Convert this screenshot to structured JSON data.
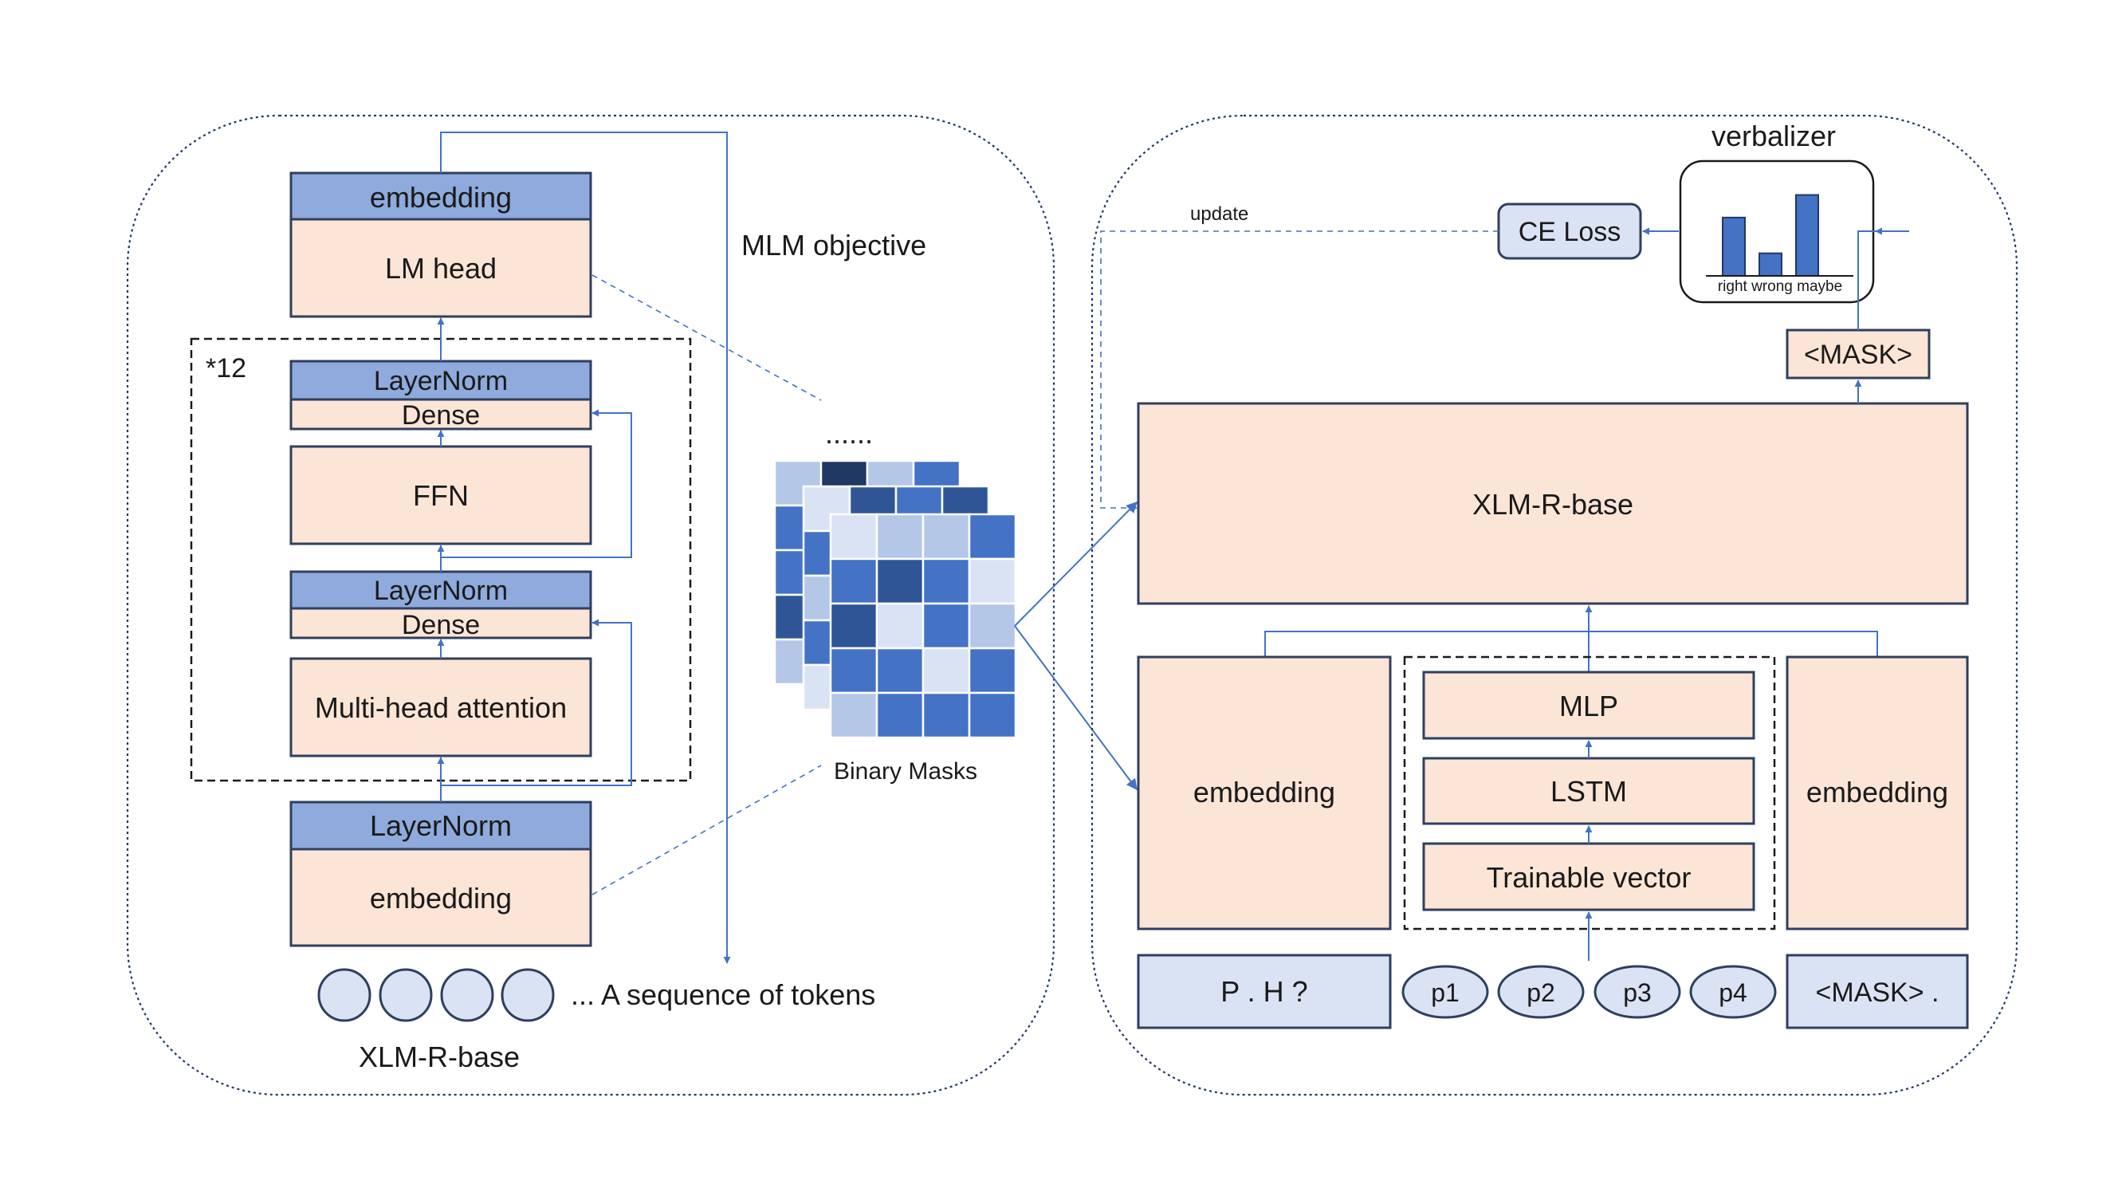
{
  "left_panel": {
    "caption": "XLM-R-base",
    "mlm_objective": "MLM objective",
    "lm_head_embedding": "embedding",
    "lm_head": "LM head",
    "repeat_label": "*12",
    "layernorm_top": "LayerNorm",
    "dense_top": "Dense",
    "ffn": "FFN",
    "layernorm_mid": "LayerNorm",
    "dense_mid": "Dense",
    "attention": "Multi-head attention",
    "layernorm_bottom": "LayerNorm",
    "input_embedding": "embedding",
    "token_sequence": "... A sequence of tokens"
  },
  "middle": {
    "ellipsis": "......",
    "binary_masks": "Binary Masks"
  },
  "right_panel": {
    "verbalizer": "verbalizer",
    "verbalizer_words": "right wrong maybe",
    "verbalizer_bars": [
      0.62,
      0.24,
      0.86
    ],
    "ce_loss": "CE Loss",
    "update": "update",
    "mask_output": "<MASK>",
    "xlmr": "XLM-R-base",
    "embedding_left": "embedding",
    "mlp": "MLP",
    "lstm": "LSTM",
    "trainable_vector": "Trainable vector",
    "embedding_right": "embedding",
    "input_premise": "P . H ?",
    "prompt_tokens": [
      "p1",
      "p2",
      "p3",
      "p4"
    ],
    "input_mask": "<MASK> ."
  },
  "colors": {
    "peach": "#fbe5d6",
    "blue": "#8faadc",
    "light": "#dae3f3",
    "accent": "#4472c4",
    "mask_palette": [
      "#dae3f3",
      "#b4c7e7",
      "#4472c4",
      "#2f5597",
      "#203864"
    ]
  }
}
